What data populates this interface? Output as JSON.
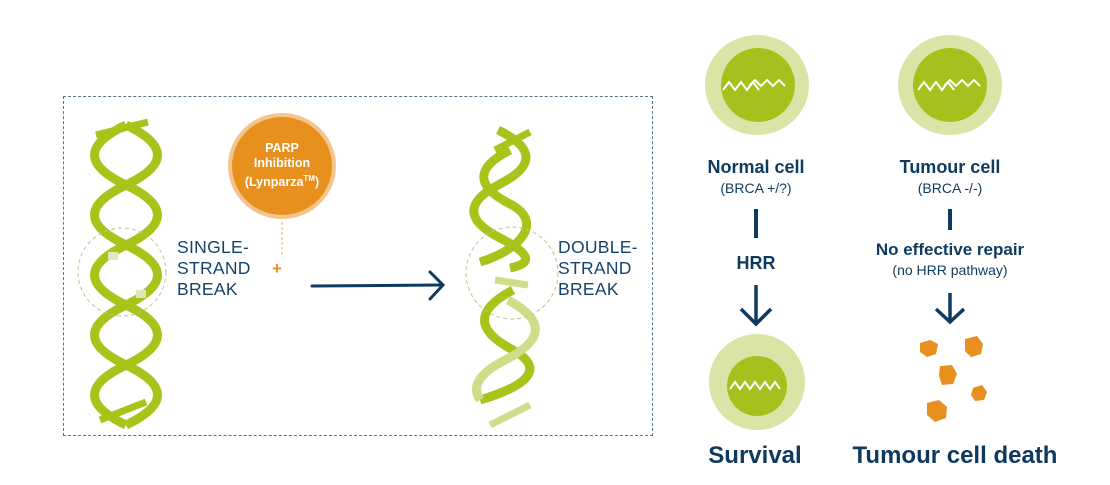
{
  "left_panel": {
    "single_break_label": [
      "SINGLE-",
      "STRAND",
      "BREAK"
    ],
    "double_break_label": [
      "DOUBLE-",
      "STRAND",
      "BREAK"
    ],
    "parp": {
      "line1": "PARP",
      "line2": "Inhibition",
      "line3": "(Lynparza",
      "trademark": "TM",
      "line3_end": ")"
    },
    "plus_symbol": "+"
  },
  "right_panel": {
    "normal": {
      "title": "Normal cell",
      "subtitle": "(BRCA +/?)",
      "pathway": "HRR",
      "outcome": "Survival"
    },
    "tumour": {
      "title": "Tumour cell",
      "subtitle": "(BRCA -/-)",
      "pathway": "No effective repair",
      "pathway_note": "(no HRR pathway)",
      "outcome": "Tumour cell death"
    }
  },
  "colors": {
    "dna_green": "#a8c41a",
    "dna_light": "#cfdd8a",
    "cell_outer": "#d9e4a6",
    "cell_inner": "#a6c11d",
    "orange": "#e8901e",
    "navy": "#0f3a5f"
  }
}
